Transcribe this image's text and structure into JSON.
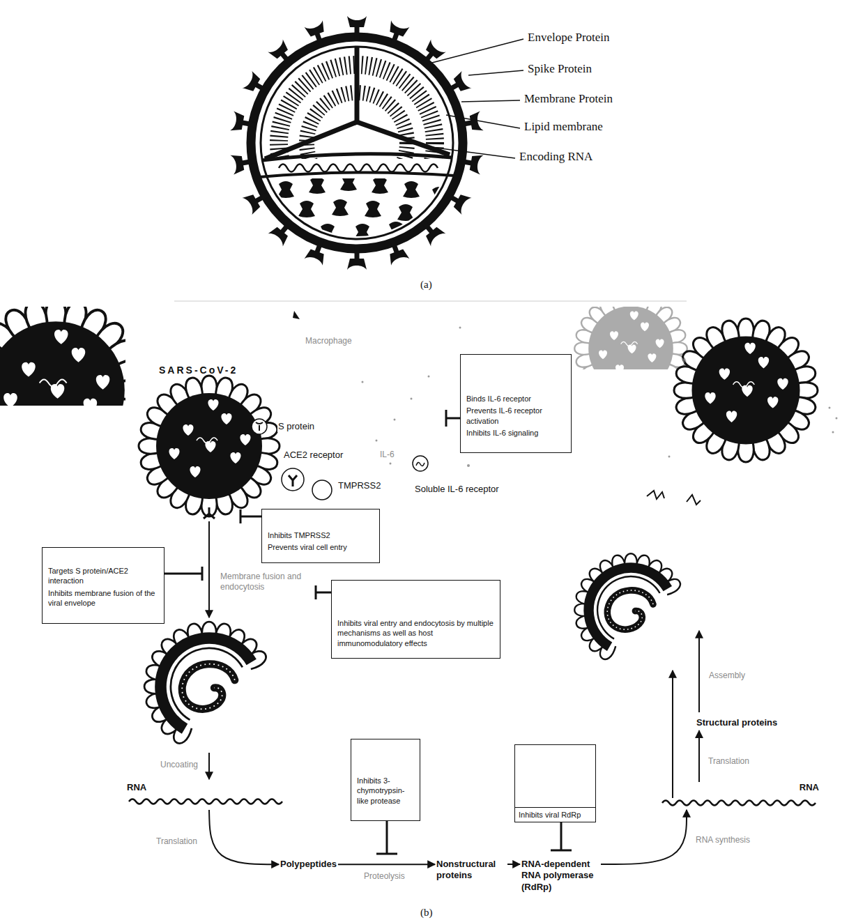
{
  "diagram": {
    "nodes": [
      {
        "text": [
          "Binds IL-6 receptor",
          "Prevents IL-6 receptor activation",
          "Inhibits IL-6 signaling"
        ]
      },
      {
        "text": [
          "Inhibits TMPRSS2",
          "Prevents viral cell entry"
        ]
      },
      {
        "text": [
          "Targets S protein/ACE2 interaction",
          "Inhibits membrane fusion of the viral envelope"
        ]
      },
      {
        "text": [
          "Inhibits viral entry and endocytosis by multiple mechanisms as well as host immunomodulatory effects"
        ]
      },
      {
        "text": [
          "Inhibits 3-chymotrypsin-like protease"
        ]
      },
      {
        "text": [
          "Inhibits viral RdRp"
        ]
      },
      {
        "text": [
          "RNA"
        ]
      },
      {
        "text": [
          "Polypeptides"
        ]
      },
      {
        "text": [
          "Nonstructural proteins"
        ]
      },
      {
        "text": [
          "RNA-dependent RNA polymerase (RdRp)"
        ]
      },
      {
        "text": [
          "RNA"
        ]
      },
      {
        "text": [
          "Structural proteins"
        ]
      }
    ],
    "edges": [
      {
        "from": 6,
        "to": 7,
        "label": "Translation",
        "arrow": "to"
      },
      {
        "from": 7,
        "to": 8,
        "label": "Proteolysis",
        "arrow": "to"
      },
      {
        "from": 8,
        "to": 9,
        "arrow": "to"
      },
      {
        "from": 9,
        "to": 10,
        "label": "RNA synthesis",
        "arrow": "to"
      },
      {
        "from": 10,
        "to": 11,
        "label": "Translation",
        "arrow": "to"
      }
    ],
    "labels": [
      "Envelope Protein",
      "Spike Protein",
      "Membrane Protein",
      "Lipid membrane",
      "Encoding RNA",
      "(a)",
      "Macrophage",
      "SARS-CoV-2",
      "S protein",
      "ACE2 receptor",
      "TMPRSS2",
      "IL-6",
      "Soluble IL-6 receptor",
      "Membrane fusion and endocytosis",
      "Uncoating",
      "Assembly",
      "(b)"
    ]
  }
}
